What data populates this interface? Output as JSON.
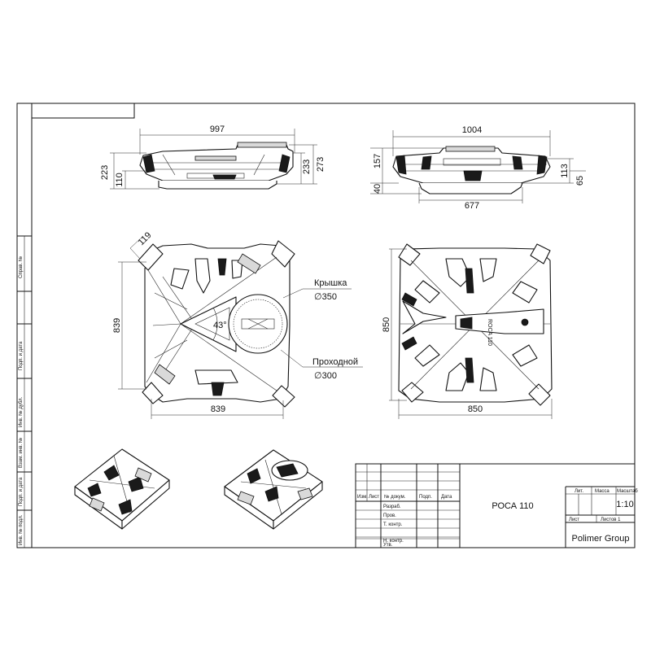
{
  "dimensions": {
    "front_width": "997",
    "front_height_total": "223",
    "front_height_lower": "110",
    "front_height_right_a": "233",
    "front_height_right_b": "273",
    "side_width": "1004",
    "side_height_top": "157",
    "side_height_bottom": "40",
    "side_height_right_a": "113",
    "side_height_right_b": "65",
    "side_base_width": "677",
    "top_flange": "119",
    "top_height": "839",
    "top_width": "839",
    "top_angle": "43°",
    "bottom_height": "850",
    "bottom_width": "850"
  },
  "callouts": {
    "lid_label": "Крышка",
    "lid_diameter": "∅350",
    "pass_label": "Проходной",
    "pass_diameter": "∅300"
  },
  "side_strip": {
    "labels": [
      "Справ. №",
      "Подп. и дата",
      "Инв. № дубл.",
      "Взам. инв. №",
      "Подп. и дата",
      "Инв. № подл."
    ]
  },
  "title_block": {
    "col_headers": [
      "Изм.",
      "Лист",
      "№ докум.",
      "Подп.",
      "Дата"
    ],
    "row_labels": [
      "Разраб.",
      "Пров.",
      "Т. контр.",
      "",
      "Н. контр.",
      "Утв."
    ],
    "product_name": "РОСА 110",
    "lit_label": "Лит.",
    "mass_label": "Масса",
    "scale_label": "Масштаб",
    "scale_value": "1:10",
    "sheet_label": "Лист",
    "sheets_label": "Листов 1",
    "company": "Polimer Group"
  },
  "logo_text": "ROCA 110"
}
